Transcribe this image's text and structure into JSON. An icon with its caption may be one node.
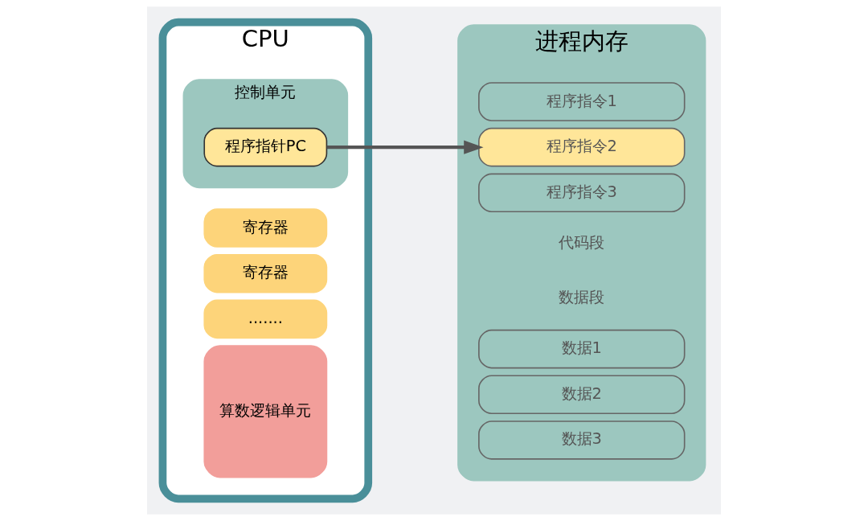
{
  "diagram": {
    "nodes": [
      {
        "text": [
          "CPU"
        ]
      },
      {
        "text": [
          "寄存器"
        ],
        "in": 0
      },
      {
        "text": [
          "寄存器"
        ],
        "in": 0
      },
      {
        "text": [
          "......."
        ],
        "in": 0
      },
      {
        "text": [
          "算数逻辑单元"
        ],
        "in": 0
      },
      {
        "text": [
          "控制单元"
        ],
        "in": 0
      },
      {
        "text": [
          "程序指针PC"
        ],
        "in": 5
      },
      {
        "text": [
          "进程内存"
        ]
      },
      {
        "text": [
          "程序指令1"
        ],
        "in": 7
      },
      {
        "text": [
          "程序指令2"
        ],
        "in": 7
      },
      {
        "text": [
          "程序指令3"
        ],
        "in": 7
      },
      {
        "text": [
          "数据1"
        ],
        "in": 7
      },
      {
        "text": [
          "数据2"
        ],
        "in": 7
      },
      {
        "text": [
          "数据3"
        ],
        "in": 7
      }
    ],
    "edges": [
      {
        "from": 6,
        "to": 9,
        "arrow": "to",
        "color": "#555555"
      }
    ],
    "labels": [
      "代码段",
      "数据段"
    ]
  }
}
